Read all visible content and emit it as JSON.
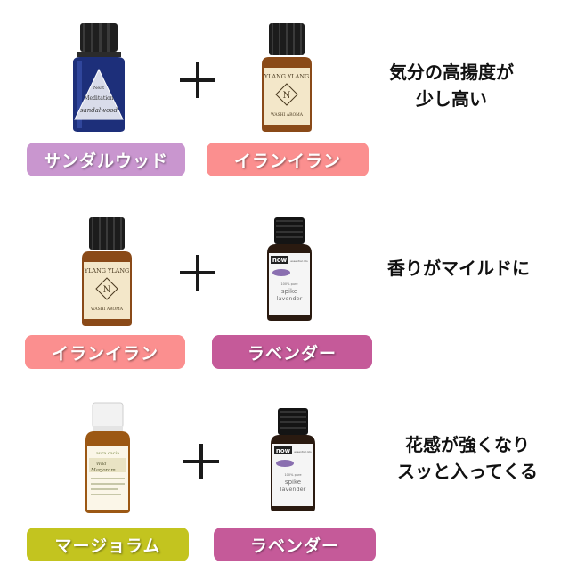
{
  "colors": {
    "sandalwood": "#c996cf",
    "ylang": "#fb8f8f",
    "lavender": "#c55a99",
    "marjoram": "#c3c41f"
  },
  "rows": [
    {
      "left_label": "サンダルウッド",
      "right_label": "イランイラン",
      "caption_lines": [
        "気分の高揚度が",
        "少し高い"
      ]
    },
    {
      "left_label": "イランイラン",
      "right_label": "ラベンダー",
      "caption_lines": [
        "香りがマイルドに"
      ]
    },
    {
      "left_label": "マージョラム",
      "right_label": "ラベンダー",
      "caption_lines": [
        "花感が強くなり",
        "スッと入ってくる"
      ]
    }
  ],
  "bottle_text": {
    "sandalwood": [
      "Neat",
      "Meditation",
      "sandalwood"
    ],
    "ylang": [
      "YLANG YLANG",
      "N",
      "WASHI AROMA"
    ],
    "now": [
      "now",
      "essential oils",
      "100% pure",
      "spike",
      "lavender"
    ],
    "aura": [
      "aura cacia",
      "Wild",
      "Marjoram"
    ]
  }
}
